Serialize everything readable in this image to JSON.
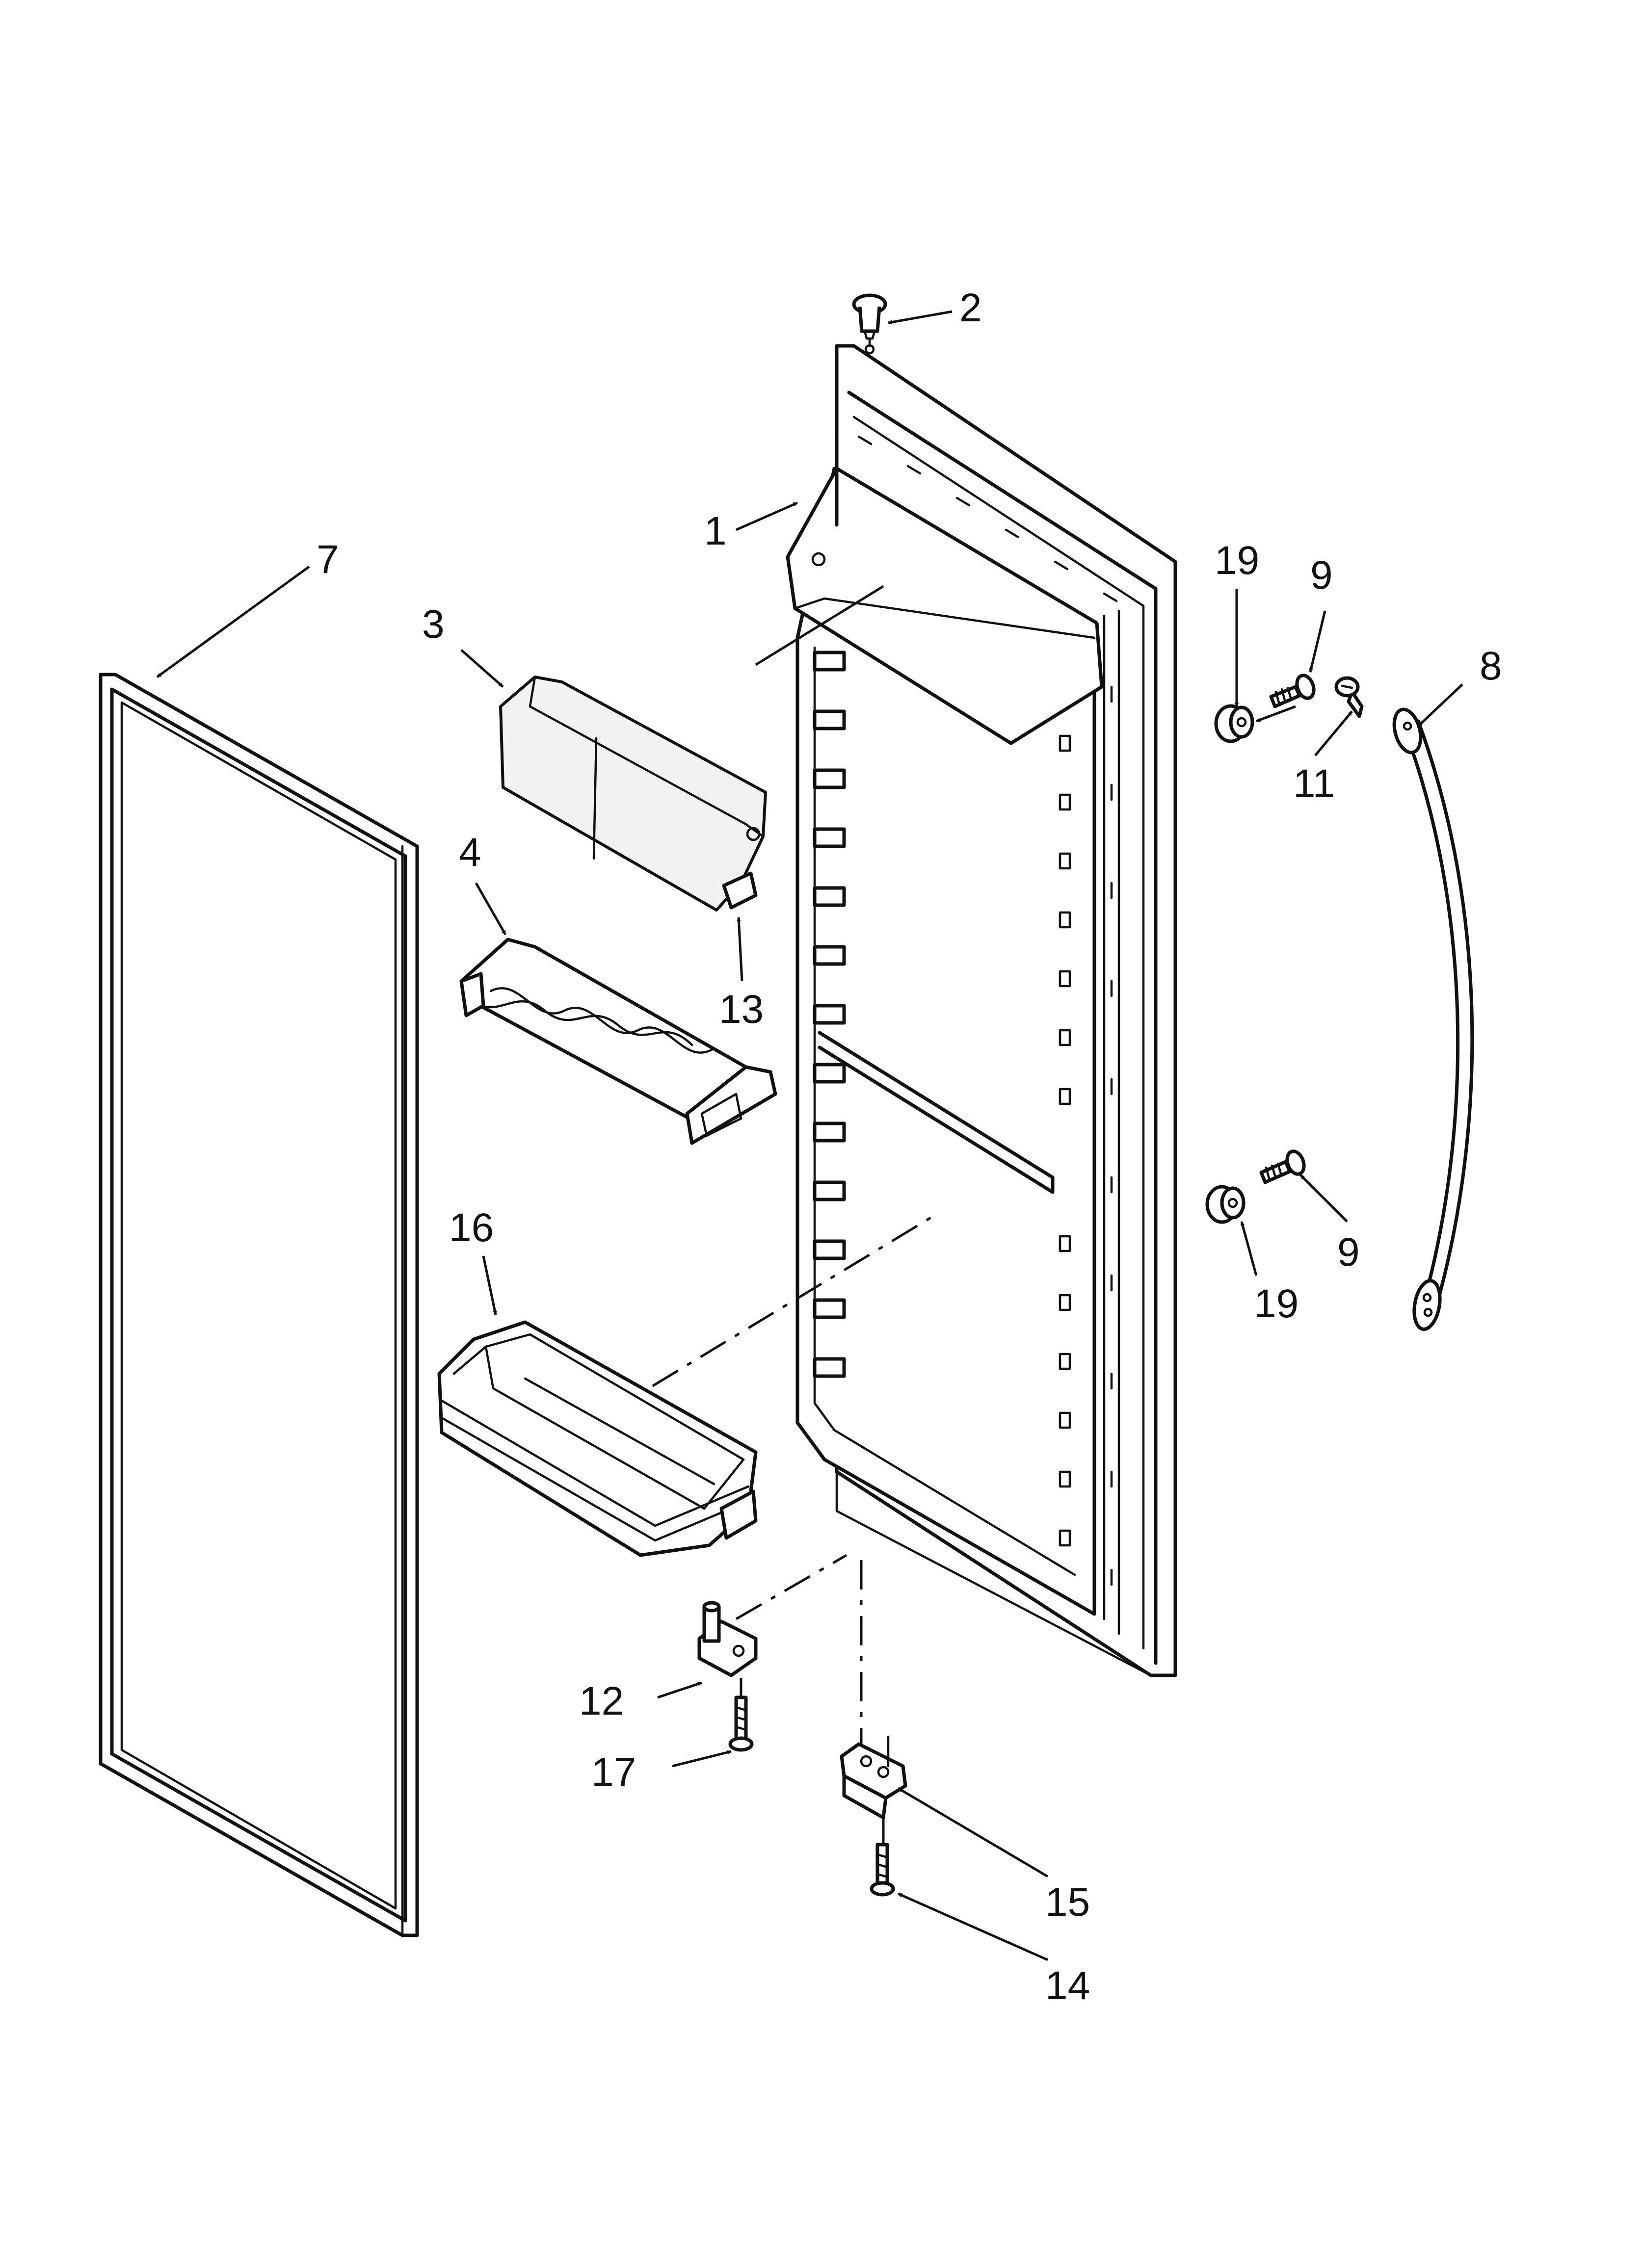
{
  "diagram": {
    "part_labels": {
      "p1": "1",
      "p2": "2",
      "p3": "3",
      "p4": "4",
      "p7": "7",
      "p8": "8",
      "p9a": "9",
      "p9b": "9",
      "p11": "11",
      "p12": "12",
      "p13": "13",
      "p14": "14",
      "p15": "15",
      "p16": "16",
      "p17": "17",
      "p19a": "19",
      "p19b": "19"
    },
    "colors": {
      "line": "#111111",
      "background": "#ffffff"
    }
  }
}
